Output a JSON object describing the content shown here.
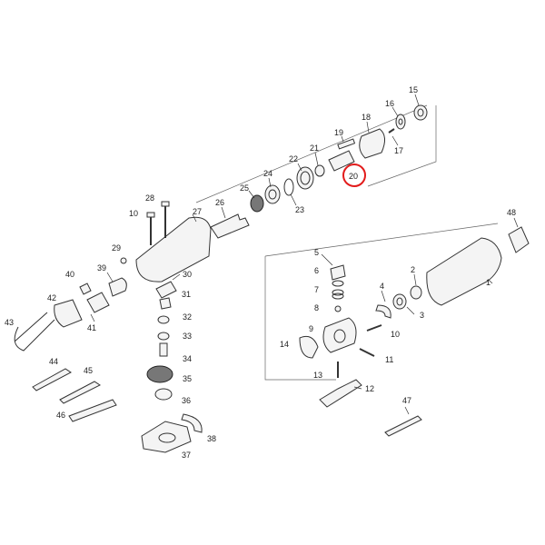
{
  "diagram": {
    "highlight_color": "#e21b1b",
    "highlighted_part": "20",
    "labels": {
      "p1": "1",
      "p2": "2",
      "p3": "3",
      "p4": "4",
      "p5": "5",
      "p6": "6",
      "p7": "7",
      "p8": "8",
      "p9": "9",
      "p10a": "10",
      "p10b": "10",
      "p11": "11",
      "p12": "12",
      "p13": "13",
      "p14": "14",
      "p15": "15",
      "p16": "16",
      "p17": "17",
      "p18": "18",
      "p19": "19",
      "p20": "20",
      "p21": "21",
      "p22": "22",
      "p23": "23",
      "p24": "24",
      "p25": "25",
      "p26": "26",
      "p27": "27",
      "p28": "28",
      "p29": "29",
      "p30": "30",
      "p31": "31",
      "p32": "32",
      "p33": "33",
      "p34": "34",
      "p35": "35",
      "p36": "36",
      "p37": "37",
      "p38": "38",
      "p39": "39",
      "p40": "40",
      "p41": "41",
      "p42": "42",
      "p43": "43",
      "p44": "44",
      "p45": "45",
      "p46": "46",
      "p47": "47",
      "p48": "48"
    }
  }
}
